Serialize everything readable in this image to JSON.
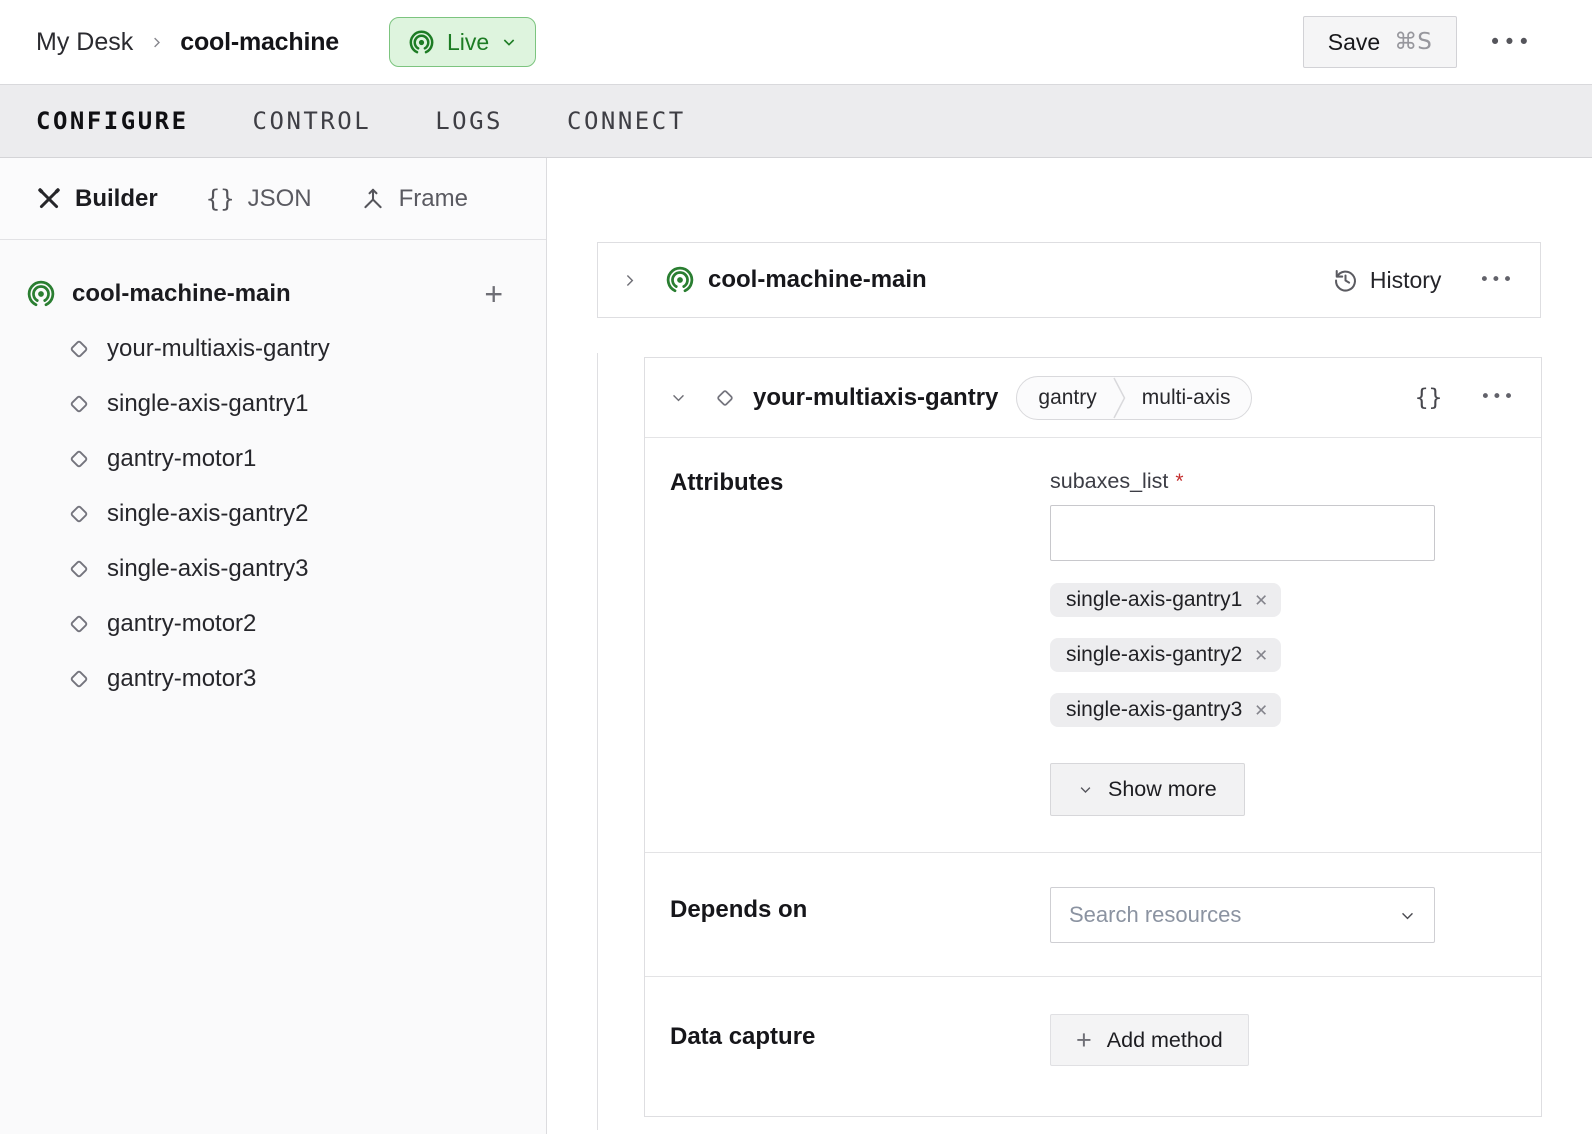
{
  "topbar": {
    "breadcrumb": {
      "parent": "My Desk",
      "current": "cool-machine"
    },
    "status": {
      "label": "Live"
    },
    "save": {
      "label": "Save",
      "shortcut": "⌘S"
    }
  },
  "tabs": {
    "configure": "CONFIGURE",
    "control": "CONTROL",
    "logs": "LOGS",
    "connect": "CONNECT"
  },
  "sidebar": {
    "modes": {
      "builder": "Builder",
      "json": "JSON",
      "frame": "Frame"
    },
    "tree": {
      "root": "cool-machine-main",
      "children": [
        "your-multiaxis-gantry",
        "single-axis-gantry1",
        "gantry-motor1",
        "single-axis-gantry2",
        "single-axis-gantry3",
        "gantry-motor2",
        "gantry-motor3"
      ]
    }
  },
  "main": {
    "part_card": {
      "title": "cool-machine-main",
      "history": "History"
    },
    "resource_card": {
      "title": "your-multiaxis-gantry",
      "type": "gantry",
      "model": "multi-axis",
      "attributes": {
        "label": "Attributes",
        "field": "subaxes_list",
        "required_mark": "*",
        "input_value": "",
        "chips": [
          "single-axis-gantry1",
          "single-axis-gantry2",
          "single-axis-gantry3"
        ],
        "show_more": "Show more"
      },
      "depends_on": {
        "label": "Depends on",
        "placeholder": "Search resources"
      },
      "data_capture": {
        "label": "Data capture",
        "add_method": "Add method"
      }
    }
  },
  "icons": {
    "braces": "{}",
    "plus": "+",
    "close": "✕",
    "dots": "•••"
  },
  "colors": {
    "live_green": "#1d7c24",
    "live_bg": "#def4de",
    "live_border": "#7cc47f",
    "required_red": "#c53030",
    "tabbar_bg": "#ececee",
    "border_grey": "#dedee1"
  }
}
